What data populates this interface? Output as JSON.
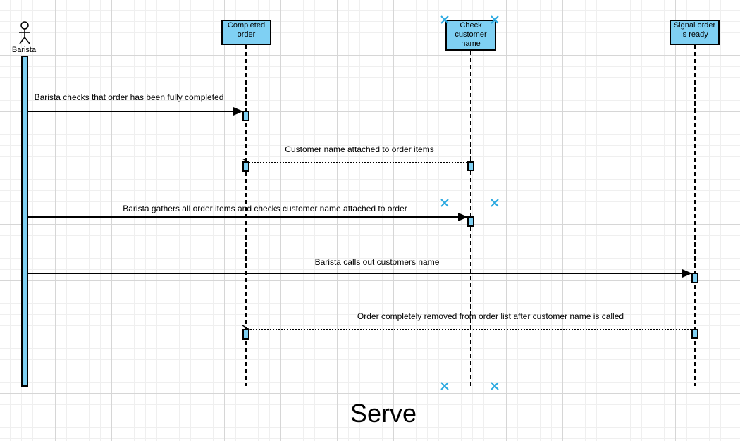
{
  "diagram": {
    "title": "Serve",
    "actor": {
      "label": "Barista"
    },
    "lifelines": [
      {
        "id": "completed",
        "label": "Completed\norder"
      },
      {
        "id": "check",
        "label": "Check\ncustomer\nname"
      },
      {
        "id": "signal",
        "label": "Signal order\nis ready"
      }
    ],
    "messages": [
      {
        "label": "Barista checks that order has been fully completed",
        "from": "actor",
        "to": "completed",
        "style": "solid"
      },
      {
        "label": "Customer name attached to order items",
        "from": "check",
        "to": "completed",
        "style": "dotted"
      },
      {
        "label": "Barista gathers all order items and checks customer name attached to order",
        "from": "actor",
        "to": "check",
        "style": "solid"
      },
      {
        "label": "Barista calls out customers name",
        "from": "actor",
        "to": "signal",
        "style": "solid"
      },
      {
        "label": "Order completely removed from order list after customer name is called",
        "from": "signal",
        "to": "completed",
        "style": "dotted"
      }
    ]
  },
  "colors": {
    "box_fill": "#7fd0f3",
    "line": "#000000",
    "selection_handle": "#29a8e0"
  },
  "icons": {
    "actor": "stick-figure-icon",
    "selection_handle": "cross-handle-icon"
  }
}
